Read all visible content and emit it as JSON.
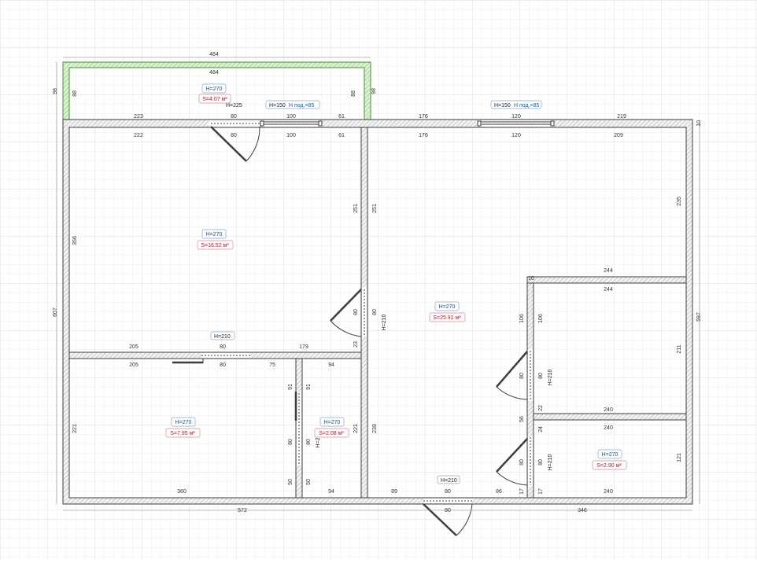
{
  "colors": {
    "background": "#ffffff",
    "grid_minor": "#eeeeee",
    "grid_major": "#d9d9d9",
    "wall_outline": "#444444",
    "wall_fill": "#e6e6e6",
    "balcony_fill": "#c9ecb8",
    "balcony_outline": "#5a9a4a",
    "height_text": "#1a4f8a",
    "area_text": "#c0142a"
  },
  "rooms": [
    {
      "height": "H=270",
      "area": "S=4.07 м²"
    },
    {
      "height": "H=270",
      "area": "S=16.52 м²"
    },
    {
      "height": "H=270",
      "area": "S=25.91 м²"
    },
    {
      "height": "H=270",
      "area": "S=7.95 м²"
    },
    {
      "height": "H=270",
      "area": "S=2.08 м²"
    },
    {
      "height": "H=270",
      "area": "S=2.90 м²"
    }
  ],
  "windows": [
    {
      "height": "H=150",
      "sill": "H под.=85"
    },
    {
      "height": "H=150",
      "sill": "H под.=85"
    }
  ],
  "labels": {
    "h225": "H=225",
    "h210_a": "H=210",
    "h210_b": "H=210",
    "h210_c": "H=210",
    "h210_d": "H=210",
    "h210_e": "H=210",
    "h210_f": "H=2"
  },
  "dims": {
    "top_outer": "484",
    "top_inner": "484",
    "bal_left_outer": "98",
    "bal_left_inner": "88",
    "bal_right_inner": "88",
    "bal_right_outer": "98",
    "top_a1": "223",
    "top_a2": "80",
    "top_a3": "100",
    "top_a4": "61",
    "top_b1": "222",
    "top_b2": "80",
    "top_b3": "100",
    "top_b4": "61",
    "top_c1": "176",
    "top_c2": "120",
    "top_c3": "219",
    "top_d1": "176",
    "top_d2": "120",
    "top_d3": "209",
    "right_corner": "10",
    "left_outer": "607",
    "left_room": "356",
    "wall_251_a": "251",
    "wall_251_b": "251",
    "wall_80_a": "80",
    "wall_80_b": "80",
    "wall_23": "23",
    "right_235": "235",
    "right_597": "597",
    "r244_a": "244",
    "r244_b": "244",
    "r10": "10",
    "mid_205_a": "205",
    "mid_80_a": "80",
    "mid_179": "179",
    "mid_205_b": "205",
    "mid_80_b": "80",
    "mid_75": "75",
    "mid_94": "94",
    "b106_a": "106",
    "b106_b": "106",
    "b211": "211",
    "b240_a": "240",
    "b91_a": "91",
    "b91_b": "91",
    "b80_a": "80",
    "b80_b": "80",
    "b80_c": "80",
    "b80_d": "80",
    "b22": "22",
    "b56": "56",
    "b24": "24",
    "b240_b": "240",
    "b121": "121",
    "b80_e": "80",
    "b80_f": "80",
    "b221_a": "221",
    "b221_b": "221",
    "b238": "238",
    "b50_a": "50",
    "b50_b": "50",
    "b360": "360",
    "b94": "94",
    "b89": "89",
    "b80_g": "80",
    "b86": "86",
    "b17_a": "17",
    "b17_b": "17",
    "b240_c": "240",
    "bot_572": "572",
    "bot_80": "80",
    "bot_346": "346"
  }
}
